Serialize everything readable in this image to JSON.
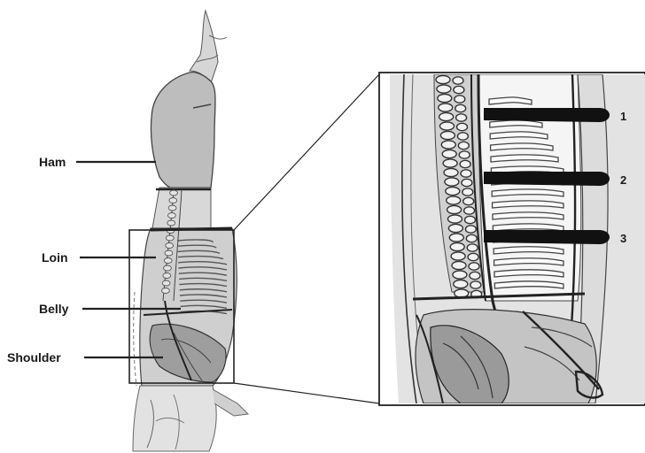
{
  "diagram": {
    "cut_labels": [
      "Ham",
      "Loin",
      "Belly",
      "Shoulder"
    ],
    "cut_numbers": [
      "1",
      "2",
      "3"
    ]
  }
}
